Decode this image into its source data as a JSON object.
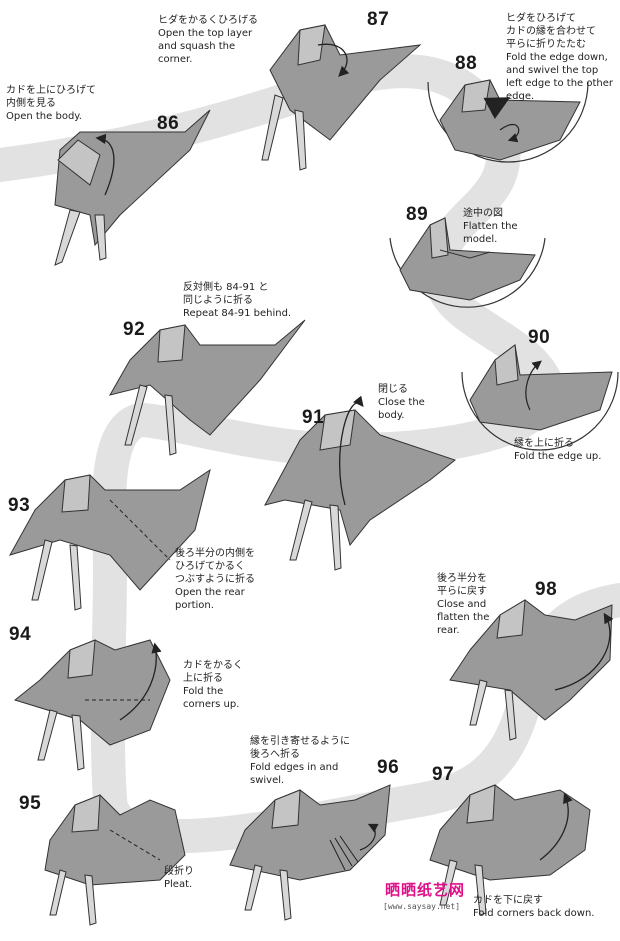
{
  "steps": {
    "s86": {
      "number": "86",
      "jp1": "カドを上にひろげて",
      "jp2": "内側を見る",
      "en1": "Open the body."
    },
    "s87": {
      "number": "87",
      "jp1": "ヒダをかるくひろげる",
      "en1": "Open the top layer",
      "en2": "and squash the",
      "en3": "corner."
    },
    "s88": {
      "number": "88",
      "jp1": "ヒダをひろげて",
      "jp2": "カドの縁を合わせて",
      "jp3": "平らに折りたたむ",
      "en1": "Fold the edge down,",
      "en2": "and swivel the top",
      "en3": "left edge to the other",
      "en4": "edge."
    },
    "s89": {
      "number": "89",
      "jp1": "途中の図",
      "en1": "Flatten the",
      "en2": "model."
    },
    "s90": {
      "number": "90",
      "jp1": "縁を上に折る",
      "en1": "Fold the edge up."
    },
    "s91": {
      "number": "91",
      "jp1": "閉じる",
      "en1": "Close the",
      "en2": "body."
    },
    "s92": {
      "number": "92",
      "jp1": "反対側も 84-91 と",
      "jp2": "同じように折る",
      "en1": "Repeat 84-91 behind."
    },
    "s93": {
      "number": "93",
      "jp1": "後ろ半分の内側を",
      "jp2": "ひろげてかるく",
      "jp3": "つぶすように折る",
      "en1": "Open the rear",
      "en2": "portion."
    },
    "s94": {
      "number": "94",
      "jp1": "カドをかるく",
      "jp2": "上に折る",
      "en1": "Fold the",
      "en2": "corners up."
    },
    "s95": {
      "number": "95",
      "jp1": "段折り",
      "en1": "Pleat."
    },
    "s96": {
      "number": "96",
      "jp1": "縁を引き寄せるように",
      "jp2": "後ろへ折る",
      "en1": "Fold edges in and",
      "en2": "swivel."
    },
    "s97": {
      "number": "97",
      "jp1": "カドを下に戻す",
      "en1": "Fold corners back down."
    },
    "s98": {
      "number": "98",
      "jp1": "後ろ半分を",
      "jp2": "平らに戻す",
      "en1": "Close and",
      "en2": "flatten the",
      "en3": "rear."
    }
  },
  "watermark": {
    "site_name": "晒晒纸艺网",
    "url": "[www.saysay.net]"
  },
  "colors": {
    "paper": "#9a9a9a",
    "paper_light": "#c4c4c4",
    "path_band": "#e2e2e2",
    "line": "#2a2a2a",
    "watermark": "#e0108a"
  }
}
